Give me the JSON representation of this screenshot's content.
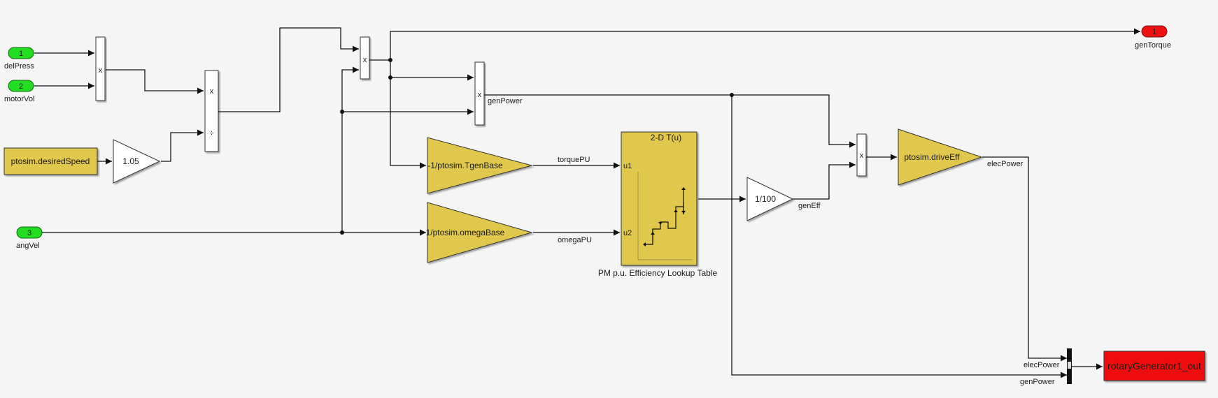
{
  "inports": [
    {
      "number": "1",
      "name": "delPress"
    },
    {
      "number": "2",
      "name": "motorVol"
    },
    {
      "number": "3",
      "name": "angVel"
    }
  ],
  "outports": [
    {
      "number": "1",
      "name": "genTorque"
    }
  ],
  "constant": {
    "value": "ptosim.desiredSpeed"
  },
  "gains": {
    "speed_gain": "1.05",
    "torque_base": "-1/ptosim.TgenBase",
    "omega_base": "1/ptosim.omegaBase",
    "percent": "1/100",
    "drive_eff": "ptosim.driveEff"
  },
  "products": {
    "mult": "x",
    "div": "÷"
  },
  "lookup": {
    "header": "2-D T(u)",
    "name": "PM p.u. Efficiency Lookup Table",
    "port1": "u1",
    "port2": "u2"
  },
  "signals": {
    "gen_power": "genPower",
    "torque_pu": "torquePU",
    "omega_pu": "omegaPU",
    "gen_eff": "genEff",
    "elec_power": "elecPower",
    "mux_elec": "elecPower",
    "mux_gen": "genPower"
  },
  "to_workspace": {
    "name": "rotaryGenerator1_out"
  },
  "colors": {
    "background": "#f5f5f5",
    "inport": "#22dd22",
    "outport": "#ee1111",
    "gold_block": "#e0c84e",
    "scope_block": "#ee1111",
    "line": "#111111"
  }
}
